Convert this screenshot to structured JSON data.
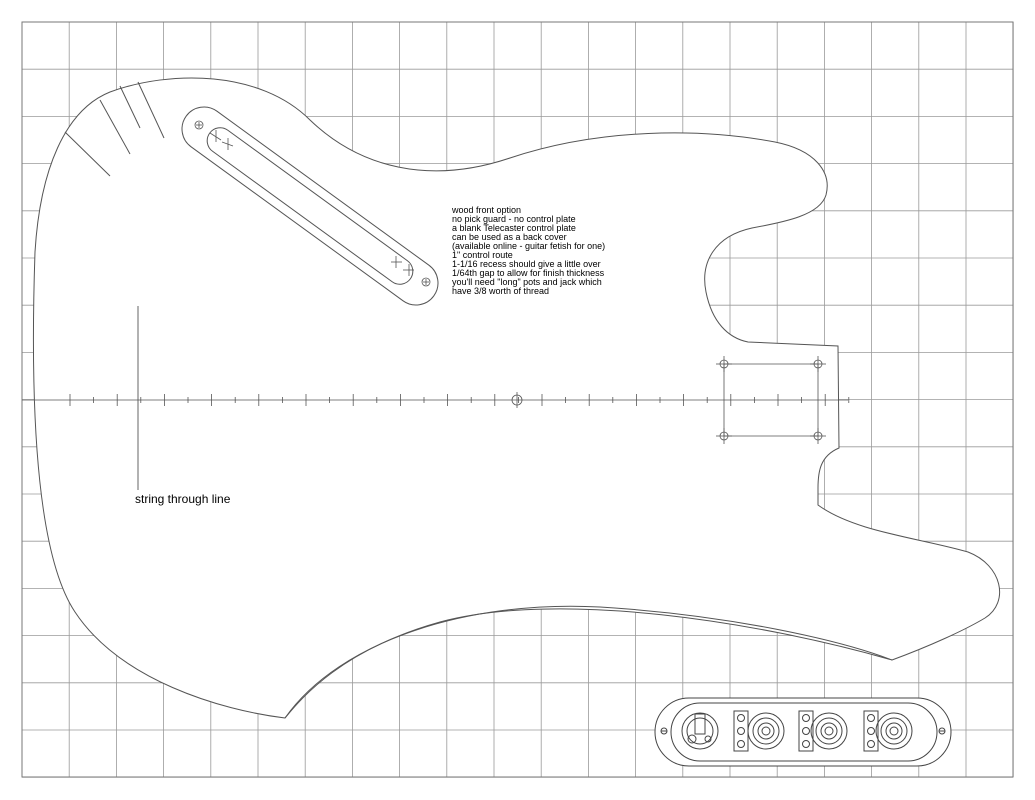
{
  "notes": {
    "lines": [
      "wood front option",
      "no pick guard - no control plate",
      "a blank Telecaster control plate",
      "can be used as a back cover",
      "(available online - guitar fetish for one)",
      "1\" control route",
      "1-1/16 recess should give a little over",
      "1/64th gap to allow for finish thickness",
      "you'll need \"long\" pots and jack which",
      "have 3/8 worth of thread"
    ]
  },
  "labels": {
    "string_through": "string through line"
  }
}
